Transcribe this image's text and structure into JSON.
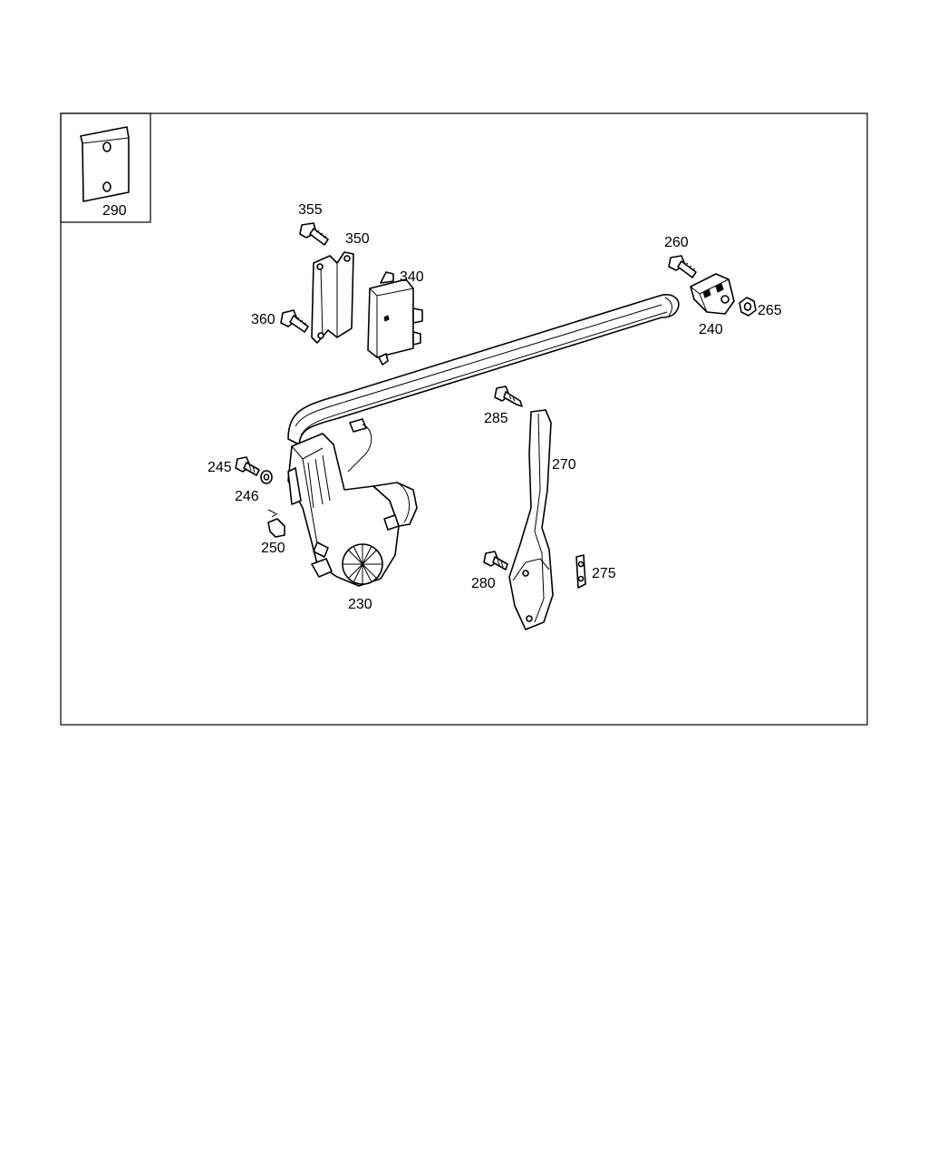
{
  "diagram": {
    "callouts": {
      "c230": "230",
      "c240": "240",
      "c245": "245",
      "c246": "246",
      "c250": "250",
      "c260": "260",
      "c265": "265",
      "c270": "270",
      "c275": "275",
      "c280": "280",
      "c285": "285",
      "c290": "290",
      "c340": "340",
      "c350": "350",
      "c355": "355",
      "c360": "360"
    }
  }
}
